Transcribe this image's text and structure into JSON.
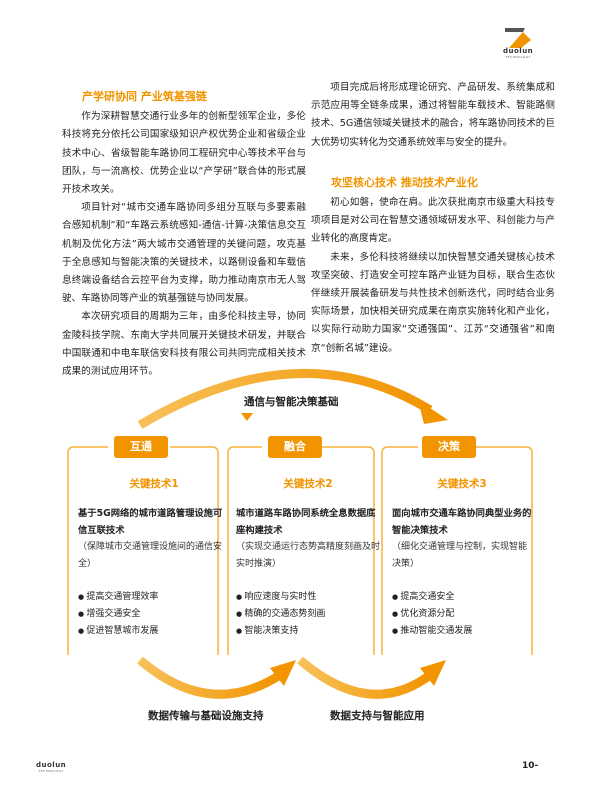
{
  "brand": {
    "logo_text": "duolun",
    "logo_sub": "TECHNOLOGY",
    "accent": "#f29400"
  },
  "left": {
    "heading": "产学研协同 产业筑基强链",
    "paras": [
      "作为深耕智慧交通行业多年的创新型领军企业，多伦科技将充分依托公司国家级知识产权优势企业和省级企业技术中心、省级智能车路协同工程研究中心等技术平台与团队，与一流高校、优势企业以“产学研”联合体的形式展开技术攻关。",
      "项目针对“城市交通车路协同多组分互联与多要素融合感知机制”和“车路云系统感知-通信-计算-决策信息交互机制及优化方法”两大城市交通管理的关键问题，攻克基于全息感知与智能决策的关键技术，以路侧设备和车载信息终端设备结合云控平台为支撑，助力推动南京市无人驾驶、车路协同等产业的筑基强链与协同发展。",
      "本次研究项目的周期为三年，由多伦科技主导，协同金陵科技学院、东南大学共同展开关键技术研发，并联合中国联通和中电车联信安科技有限公司共同完成相关技术成果的测试应用环节。"
    ]
  },
  "right": {
    "para1": "项目完成后将形成理论研究、产品研发、系统集成和示范应用等全链条成果，通过将智能车载技术、智能路侧技术、5G通信领域关键技术的融合，将车路协同技术的巨大优势切实转化为交通系统效率与安全的提升。",
    "heading": "攻坚核心技术 推动技术产业化",
    "paras": [
      "初心如磐，使命在肩。此次获批南京市级重大科技专项项目是对公司在智慧交通领域研发水平、科创能力与产业转化的高度肯定。",
      "未来，多伦科技将继续以加快智慧交通关键核心技术攻坚突破、打造安全可控车路产业链为目标，联合生态伙伴继续开展装备研发与共性技术创新迭代，同时结合业务实际场景，加快相关研究成果在南京实施转化和产业化，以实际行动助力国家“交通强国”、江苏“交通强省”和南京“创新名城”建设。"
    ]
  },
  "diagram": {
    "top_label": "通信与智能决策基础",
    "bottom_left_label": "数据传输与基础设施支持",
    "bottom_right_label": "数据支持与智能应用",
    "boxes": [
      {
        "tab": "互通",
        "key": "关键技术1",
        "title": "基于5G网络的城市道路管理设施可信互联技术",
        "note": "（保障城市交通管理设施间的通信安全）",
        "bullets": [
          "提高交通管理效率",
          "增强交通安全",
          "促进智慧城市发展"
        ]
      },
      {
        "tab": "融合",
        "key": "关键技术2",
        "title": "城市道路车路协同系统全息数据底座构建技术",
        "note": "（实现交通运行态势高精度刻画及时实时推演）",
        "bullets": [
          "响应速度与实时性",
          "精确的交通态势刻画",
          "智能决策支持"
        ]
      },
      {
        "tab": "决策",
        "key": "关键技术3",
        "title": "面向城市交通车路协同典型业务的智能决策技术",
        "note": "（细化交通管理与控制，实现智能决策）",
        "bullets": [
          "提高交通安全",
          "优化资源分配",
          "推动智能交通发展"
        ]
      }
    ]
  },
  "footer": {
    "page": "10-"
  }
}
